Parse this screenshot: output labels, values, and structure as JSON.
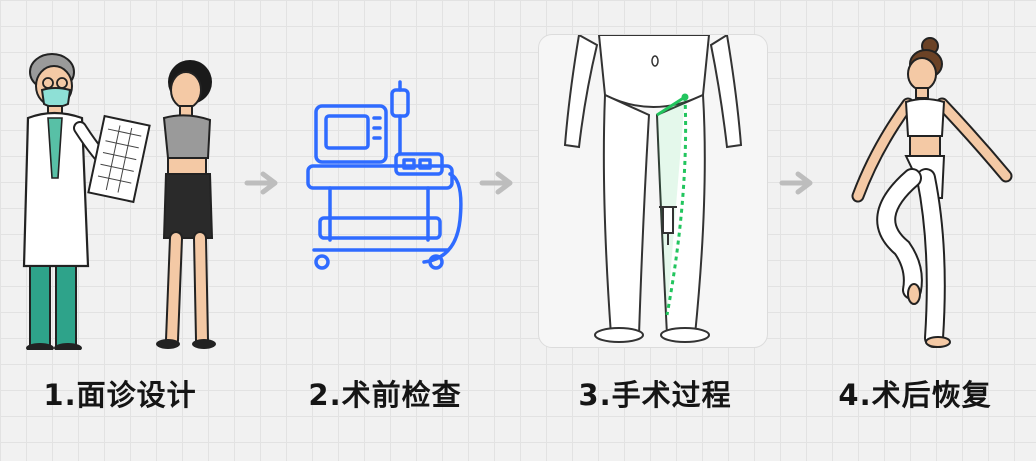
{
  "steps": [
    {
      "label": "1.面诊设计",
      "icon": "doctor-consultation-illustration"
    },
    {
      "label": "2.术前检查",
      "icon": "medical-equipment-icon"
    },
    {
      "label": "3.手术过程",
      "icon": "leg-surgery-illustration"
    },
    {
      "label": "4.术后恢复",
      "icon": "recovered-woman-illustration"
    }
  ],
  "colors": {
    "arrow": "#bdbdbd",
    "equipment_blue": "#2f6bff",
    "surgery_green": "#22c55e",
    "scrubs_teal": "#2ea38a",
    "label_text": "#151515"
  }
}
